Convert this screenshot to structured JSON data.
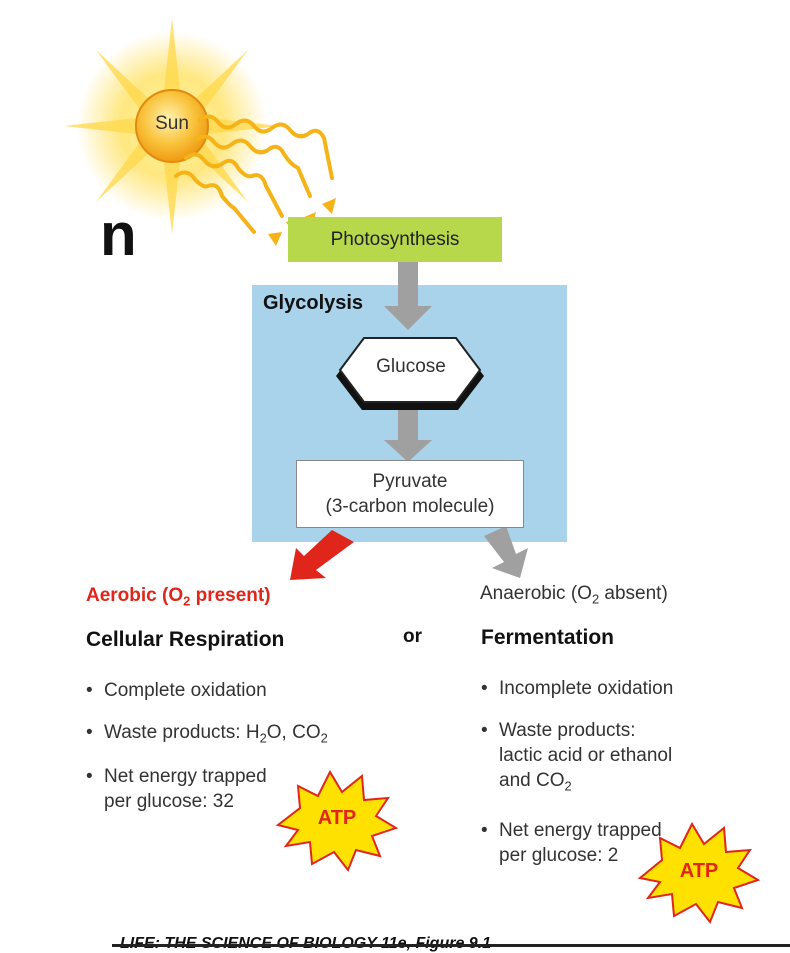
{
  "cut_off_heading": "n",
  "sun_label": "Sun",
  "photosynthesis_label": "Photosynthesis",
  "glycolysis_title": "Glycolysis",
  "glucose_label": "Glucose",
  "pyruvate_line1": "Pyruvate",
  "pyruvate_line2": "(3-carbon molecule)",
  "aerobic": {
    "prefix": "Aerobic (O",
    "sub": "2",
    "suffix": " present)"
  },
  "anaerobic": {
    "prefix": "Anaerobic (O",
    "sub": "2",
    "suffix": " absent)"
  },
  "or_label": "or",
  "left_branch": {
    "heading": "Cellular Respiration",
    "bullet1": "Complete oxidation",
    "bullet2": {
      "t1": "Waste products: H",
      "s1": "2",
      "t2": "O, CO",
      "s2": "2"
    },
    "bullet3": {
      "line1": "Net energy trapped",
      "line2": "per glucose: 32"
    },
    "atp_label": "ATP"
  },
  "right_branch": {
    "heading": "Fermentation",
    "bullet1": "Incomplete oxidation",
    "bullet2": {
      "line1": "Waste products:",
      "line2": "lactic acid or ethanol",
      "line3_t": "and CO",
      "line3_s": "2"
    },
    "bullet3": {
      "line1": "Net energy trapped",
      "line2": "per glucose: 2"
    },
    "atp_label": "ATP"
  },
  "credit": "LIFE: THE SCIENCE OF BIOLOGY 11e, Figure 9.1",
  "colors": {
    "aerobic_red": "#e0261b",
    "arrow_gray": "#a0a0a0",
    "photosynthesis_green": "#b7d84a",
    "glycolysis_blue": "#a9d3ea",
    "sun_yellow": "#f7b21e",
    "atp_yellow": "#ffe100"
  }
}
